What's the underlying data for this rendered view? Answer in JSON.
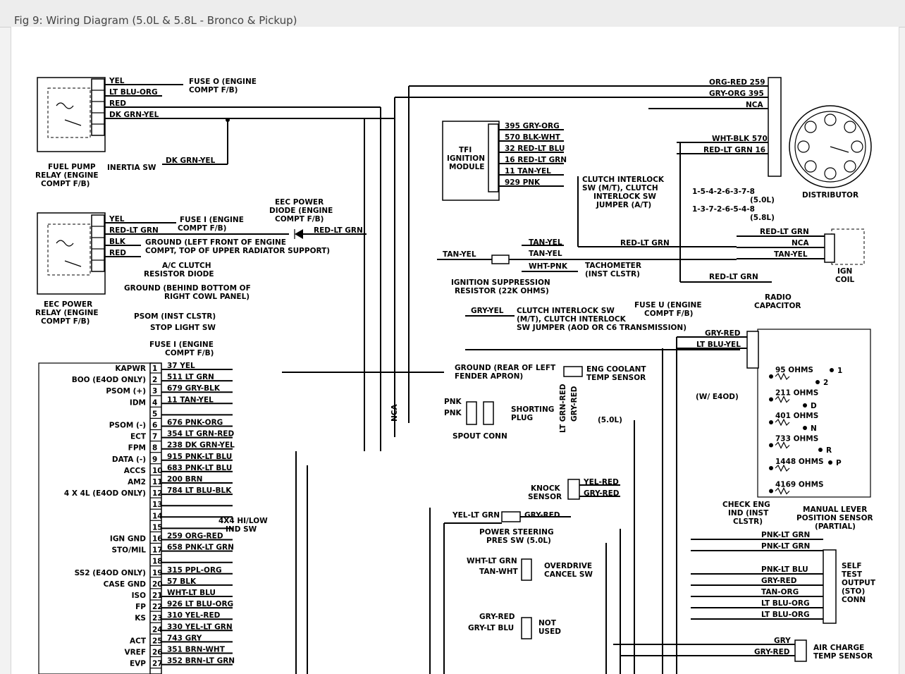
{
  "title": "Fig 9: Wiring Diagram (5.0L & 5.8L - Bronco & Pickup)",
  "fuel_pump_relay": {
    "label1": "FUEL PUMP",
    "label2": "RELAY (ENGINE",
    "label3": "COMPT F/B)",
    "wires": [
      "YEL",
      "LT BLU-ORG",
      "RED",
      "DK GRN-YEL"
    ]
  },
  "fuse_o": {
    "line1": "FUSE O (ENGINE",
    "line2": "COMPT F/B)"
  },
  "inertia": {
    "label": "INERTIA SW",
    "wire": "DK GRN-YEL"
  },
  "eec_power_relay": {
    "label1": "EEC POWER",
    "label2": "RELAY (ENGINE",
    "label3": "COMPT F/B)",
    "wires": [
      "YEL",
      "RED-LT GRN",
      "BLK",
      "RED"
    ]
  },
  "fuse_i_top": {
    "line1": "FUSE I (ENGINE",
    "line2": "COMPT F/B)"
  },
  "ground_left": {
    "line1": "GROUND (LEFT FRONT OF ENGINE",
    "line2": "COMPT, TOP OF UPPER RADIATOR SUPPORT)"
  },
  "eec_diode": {
    "line1": "EEC POWER",
    "line2": "DIODE (ENGINE",
    "line3": "COMPT F/B)",
    "wire": "RED-LT GRN"
  },
  "ac_clutch": {
    "line1": "A/C CLUTCH",
    "line2": "RESISTOR DIODE"
  },
  "ground_cowl": {
    "line1": "GROUND (BEHIND BOTTOM OF",
    "line2": "RIGHT COWL PANEL)"
  },
  "psom": "PSOM (INST CLSTR)",
  "stop_light": "STOP LIGHT SW",
  "fuse_i_mid": {
    "line1": "FUSE I (ENGINE",
    "line2": "COMPT F/B)"
  },
  "tfi": {
    "line1": "TFI",
    "line2": "IGNITION",
    "line3": "MODULE",
    "wires": [
      "395 GRY-ORG",
      "570 BLK-WHT",
      "32 RED-LT BLU",
      "16 RED-LT GRN",
      "11 TAN-YEL",
      "929 PNK"
    ]
  },
  "clutch_interlock_top": {
    "line1": "CLUTCH INTERLOCK",
    "line2": "SW (M/T), CLUTCH",
    "line3": "INTERLOCK SW",
    "line4": "JUMPER (A/T)"
  },
  "distributor": {
    "label": "DISTRIBUTOR",
    "wires": [
      "ORG-RED 259",
      "GRY-ORG 395",
      "NCA",
      "WHT-BLK 570",
      "RED-LT GRN 16"
    ],
    "order1": "1-5-4-2-6-3-7-8",
    "eng1": "(5.0L)",
    "order2": "1-3-7-2-6-5-4-8",
    "eng2": "(5.8L)"
  },
  "ign_coil": {
    "line1": "IGN",
    "line2": "COIL",
    "wires": [
      "RED-LT GRN",
      "NCA",
      "TAN-YEL"
    ]
  },
  "coil_feed": "RED-LT GRN",
  "tach_wires": {
    "tan_yel_left": "TAN-YEL",
    "tan_yel_1": "TAN-YEL",
    "tan_yel_2": "TAN-YEL",
    "wht_pnk": "WHT-PNK"
  },
  "tachometer": {
    "line1": "TACHOMETER",
    "line2": "(INST CLSTR)"
  },
  "ign_suppression": {
    "line1": "IGNITION SUPPRESSION",
    "line2": "RESISTOR (22K OHMS)"
  },
  "radio_cap": {
    "wire": "RED-LT GRN",
    "line1": "RADIO",
    "line2": "CAPACITOR"
  },
  "fuse_u": {
    "line1": "FUSE U (ENGINE",
    "line2": "COMPT F/B)"
  },
  "clutch_interlock_mid": {
    "wire": "GRY-YEL",
    "line1": "CLUTCH INTERLOCK SW",
    "line2": "(M/T), CLUTCH INTERLOCK",
    "line3": "SW JUMPER (AOD OR C6 TRANSMISSION)"
  },
  "ground_fender": {
    "line1": "GROUND (REAR OF LEFT",
    "line2": "FENDER APRON)"
  },
  "eng_coolant": {
    "line1": "ENG COOLANT",
    "line2": "TEMP SENSOR",
    "wire1": "LT GRN-RED",
    "wire2": "GRY-RED"
  },
  "shorting_plug": {
    "line1": "SHORTING",
    "line2": "PLUG",
    "pnk1": "PNK",
    "pnk2": "PNK",
    "nca": "NCA"
  },
  "spout": "SPOUT CONN",
  "eng50": "(5.0L)",
  "w_e4od": "(W/ E4OD)",
  "mlp": {
    "wire1": "GRY-RED",
    "wire2": "LT BLU-YEL",
    "ohms": [
      "95 OHMS",
      "211 OHMS",
      "401 OHMS",
      "733 OHMS",
      "1448 OHMS",
      "4169 OHMS"
    ],
    "pos": [
      "1",
      "2",
      "D",
      "N",
      "R",
      "P"
    ]
  },
  "knock": {
    "line1": "KNOCK",
    "line2": "SENSOR",
    "wire1": "YEL-RED",
    "wire2": "GRY-RED"
  },
  "power_steering": {
    "wire1": "YEL-LT GRN",
    "wire2": "GRY-RED",
    "line1": "POWER STEERING",
    "line2": "PRES SW (5.0L)"
  },
  "check_eng": {
    "line1": "CHECK ENG",
    "line2": "IND (INST",
    "line3": "CLSTR)"
  },
  "manual_lever": {
    "line1": "MANUAL LEVER",
    "line2": "POSITION SENSOR",
    "line3": "(PARTIAL)"
  },
  "sto_wires": [
    "PNK-LT GRN",
    "PNK-LT GRN",
    "PNK-LT BLU",
    "GRY-RED",
    "TAN-ORG",
    "LT BLU-ORG",
    "LT BLU-ORG"
  ],
  "self_test": {
    "line1": "SELF",
    "line2": "TEST",
    "line3": "OUTPUT",
    "line4": "(STO)",
    "line5": "CONN"
  },
  "overdrive": {
    "wire1": "WHT-LT GRN",
    "wire2": "TAN-WHT",
    "line1": "OVERDRIVE",
    "line2": "CANCEL SW"
  },
  "not_used": {
    "wire1": "GRY-RED",
    "wire2": "GRY-LT BLU",
    "line1": "NOT",
    "line2": "USED"
  },
  "air_charge": {
    "wire1": "GRY",
    "wire2": "GRY-RED",
    "line1": "AIR CHARGE",
    "line2": "TEMP SENSOR"
  },
  "x4_hilow": {
    "line1": "4X4 HI/LOW",
    "line2": "IND SW"
  },
  "eec_pins": [
    {
      "n": "1",
      "label": "KAPWR",
      "wire": "37 YEL"
    },
    {
      "n": "2",
      "label": "BOO (E4OD ONLY)",
      "wire": "511 LT GRN"
    },
    {
      "n": "3",
      "label": "PSOM (+)",
      "wire": "679 GRY-BLK"
    },
    {
      "n": "4",
      "label": "IDM",
      "wire": "11 TAN-YEL"
    },
    {
      "n": "5",
      "label": "",
      "wire": ""
    },
    {
      "n": "6",
      "label": "PSOM (-)",
      "wire": "676 PNK-ORG"
    },
    {
      "n": "7",
      "label": "ECT",
      "wire": "354 LT GRN-RED"
    },
    {
      "n": "8",
      "label": "FPM",
      "wire": "238 DK GRN-YEL"
    },
    {
      "n": "9",
      "label": "DATA (-)",
      "wire": "915 PNK-LT BLU"
    },
    {
      "n": "10",
      "label": "ACCS",
      "wire": "683 PNK-LT BLU"
    },
    {
      "n": "11",
      "label": "AM2",
      "wire": "200 BRN"
    },
    {
      "n": "12",
      "label": "4 X 4L (E4OD ONLY)",
      "wire": "784 LT BLU-BLK"
    },
    {
      "n": "13",
      "label": "",
      "wire": ""
    },
    {
      "n": "14",
      "label": "",
      "wire": ""
    },
    {
      "n": "15",
      "label": "",
      "wire": ""
    },
    {
      "n": "16",
      "label": "IGN GND",
      "wire": "259 ORG-RED"
    },
    {
      "n": "17",
      "label": "STO/MIL",
      "wire": "658 PNK-LT GRN"
    },
    {
      "n": "18",
      "label": "",
      "wire": ""
    },
    {
      "n": "19",
      "label": "SS2 (E4OD ONLY)",
      "wire": "315 PPL-ORG"
    },
    {
      "n": "20",
      "label": "CASE GND",
      "wire": "57 BLK"
    },
    {
      "n": "21",
      "label": "ISO",
      "wire": "WHT-LT BLU"
    },
    {
      "n": "22",
      "label": "FP",
      "wire": "926 LT BLU-ORG"
    },
    {
      "n": "23",
      "label": "KS",
      "wire": "310 YEL-RED"
    },
    {
      "n": "24",
      "label": "",
      "wire": "330 YEL-LT GRN"
    },
    {
      "n": "25",
      "label": "ACT",
      "wire": "743 GRY"
    },
    {
      "n": "26",
      "label": "VREF",
      "wire": "351 BRN-WHT"
    },
    {
      "n": "27",
      "label": "EVP",
      "wire": "352 BRN-LT GRN"
    }
  ]
}
